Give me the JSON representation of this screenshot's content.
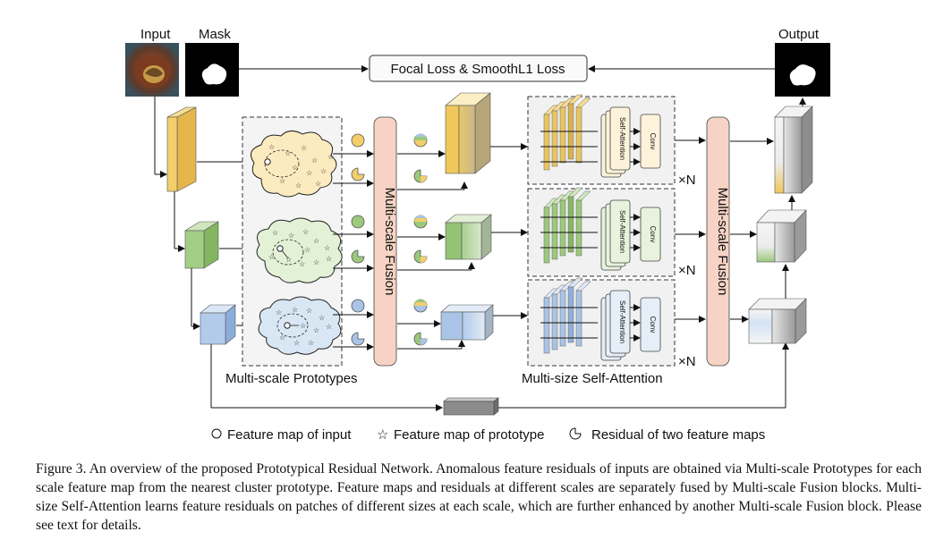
{
  "labels": {
    "input": "Input",
    "mask": "Mask",
    "output": "Output",
    "loss": "Focal Loss & SmoothL1 Loss",
    "fusion": "Multi-scale Fusion",
    "self_attention": "Self-Attention",
    "conv": "Conv",
    "times_n": "×N",
    "prototypes": "Multi-scale Prototypes",
    "msa": "Multi-size Self-Attention"
  },
  "legend": [
    {
      "symbol": "circle-icon",
      "text": "Feature map of input"
    },
    {
      "symbol": "star-icon",
      "text": "Feature map of prototype"
    },
    {
      "symbol": "residual-icon",
      "text": "Residual of two feature maps"
    }
  ],
  "caption": "Figure 3. An overview of the proposed Prototypical Residual Network. Anomalous feature residuals of inputs are obtained via Multi-scale Prototypes for each scale feature map from the nearest cluster prototype. Feature maps and residuals at different scales are separately fused by Multi-scale Fusion blocks. Multi-size Self-Attention learns feature residuals on patches of different sizes at each scale, which are further enhanced by another Multi-scale Fusion block. Please see text for details.",
  "colors": {
    "yellow": "#f2cf6c",
    "green": "#9cc97c",
    "blue": "#a9c4e6",
    "fusion": "#f6d3c4",
    "gray": "#8c8c8c"
  }
}
